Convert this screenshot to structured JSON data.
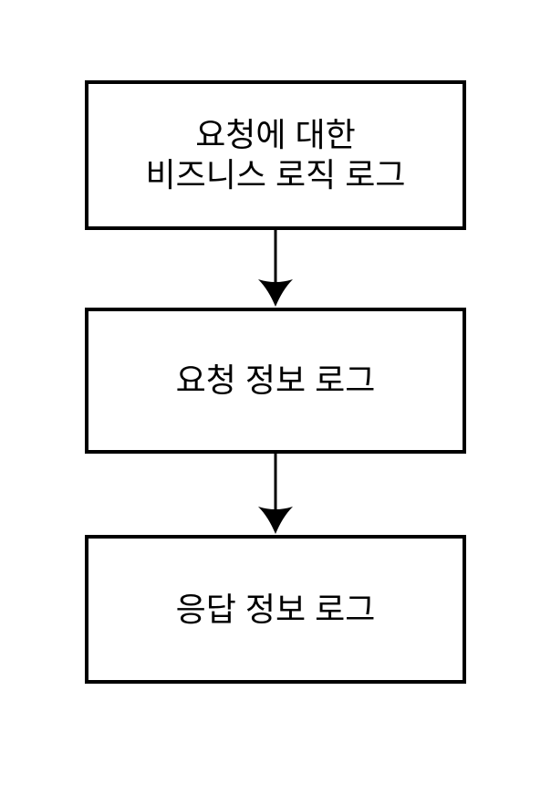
{
  "page": {
    "background_color": "#ffffff",
    "line_color": "#000000",
    "text_color": "#000000"
  },
  "flowchart": {
    "type": "vertical-flow",
    "nodes": [
      {
        "id": "request-business-logic-log",
        "lines": [
          "요청에 대한",
          "비즈니스 로직 로그"
        ]
      },
      {
        "id": "request-info-log",
        "lines": [
          "요청 정보 로그"
        ]
      },
      {
        "id": "response-info-log",
        "lines": [
          "응답 정보 로그"
        ]
      }
    ],
    "connections": [
      {
        "from": "request-business-logic-log",
        "to": "request-info-log",
        "direction": "down",
        "style": "solid-arrow"
      },
      {
        "from": "request-info-log",
        "to": "response-info-log",
        "direction": "down",
        "style": "solid-arrow"
      }
    ]
  }
}
